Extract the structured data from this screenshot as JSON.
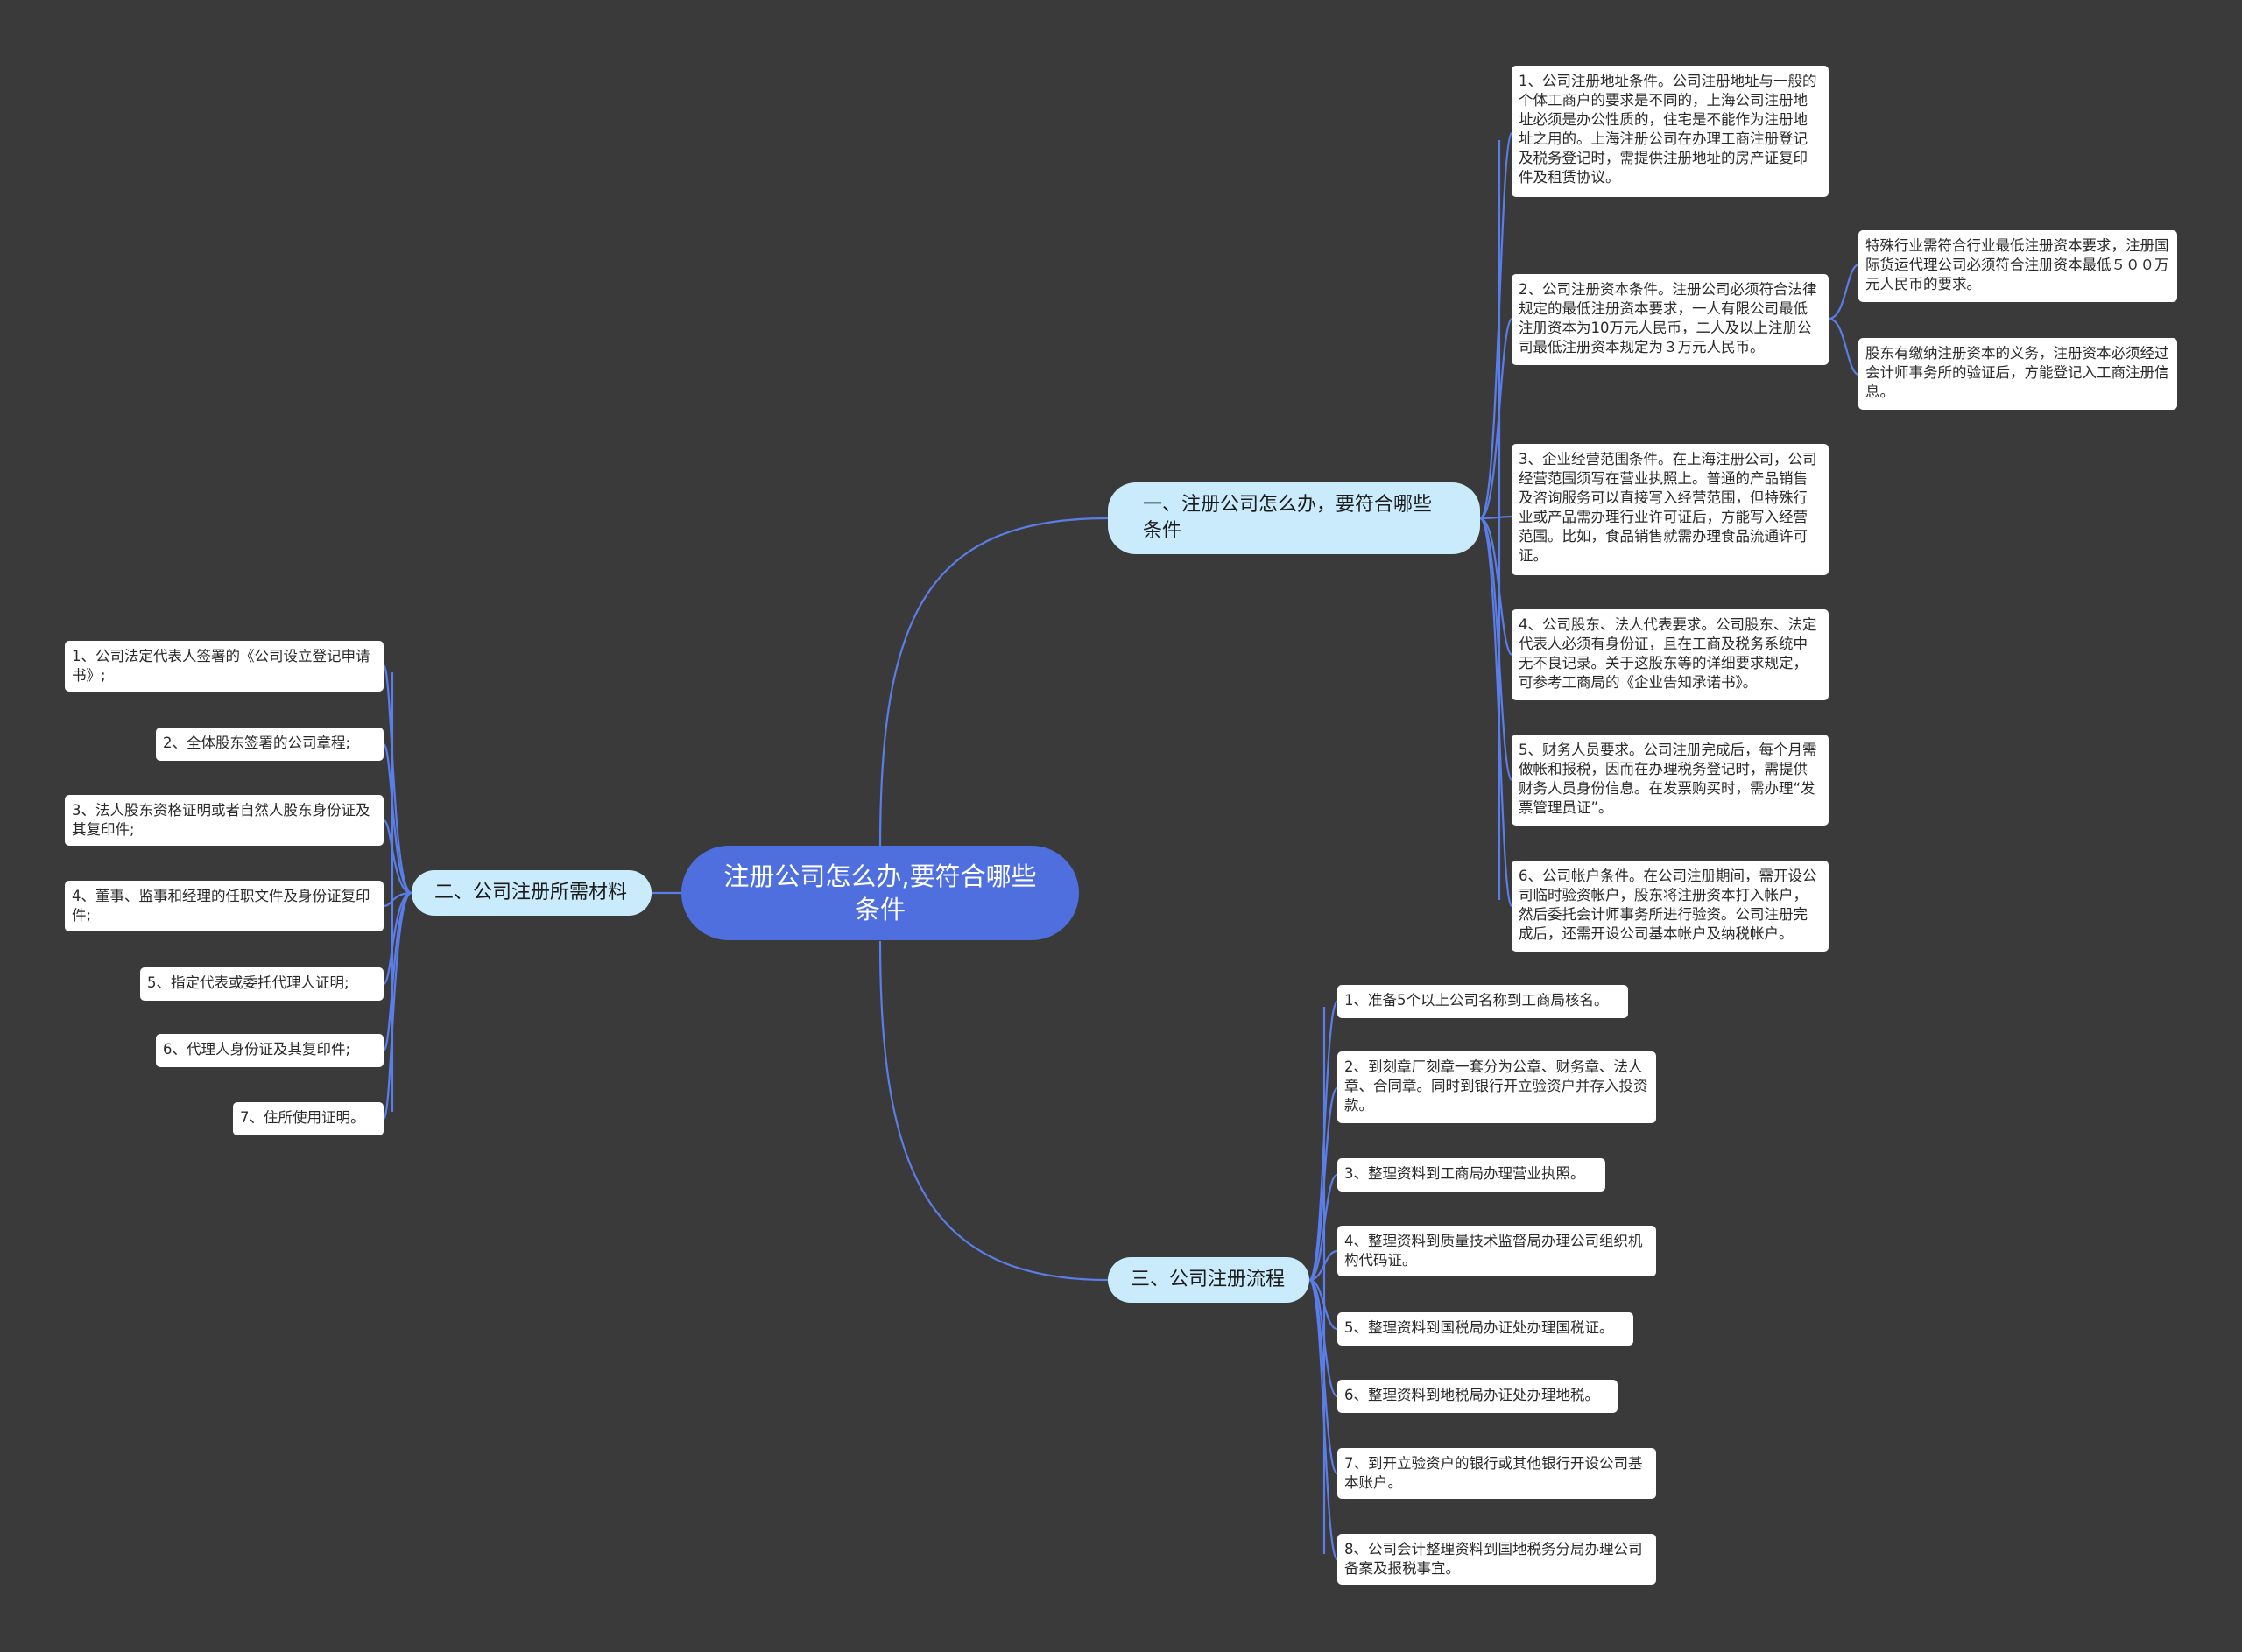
{
  "root": {
    "label": "注册公司怎么办,要符合哪些条件"
  },
  "branches": [
    {
      "label": "一、注册公司怎么办，要符合哪些条件",
      "children": [
        {
          "text": "1、公司注册地址条件。公司注册地址与一般的个体工商户的要求是不同的，上海公司注册地址必须是办公性质的，住宅是不能作为注册地址之用的。上海注册公司在办理工商注册登记及税务登记时，需提供注册地址的房产证复印件及租赁协议。"
        },
        {
          "text": "2、公司注册资本条件。注册公司必须符合法律规定的最低注册资本要求，一人有限公司最低注册资本为10万元人民币，二人及以上注册公司最低注册资本规定为３万元人民币。",
          "children": [
            {
              "text": "特殊行业需符合行业最低注册资本要求，注册国际货运代理公司必须符合注册资本最低５００万元人民币的要求。"
            },
            {
              "text": "股东有缴纳注册资本的义务，注册资本必须经过会计师事务所的验证后，方能登记入工商注册信息。"
            }
          ]
        },
        {
          "text": "3、企业经营范围条件。在上海注册公司，公司经营范围须写在营业执照上。普通的产品销售及咨询服务可以直接写入经营范围，但特殊行业或产品需办理行业许可证后，方能写入经营范围。比如，食品销售就需办理食品流通许可证。"
        },
        {
          "text": "4、公司股东、法人代表要求。公司股东、法定代表人必须有身份证，且在工商及税务系统中无不良记录。关于这股东等的详细要求规定，可参考工商局的《企业告知承诺书》。"
        },
        {
          "text": "5、财务人员要求。公司注册完成后，每个月需做帐和报税，因而在办理税务登记时，需提供财务人员身份信息。在发票购买时，需办理“发票管理员证”。"
        },
        {
          "text": "6、公司帐户条件。在公司注册期间，需开设公司临时验资帐户，股东将注册资本打入帐户，然后委托会计师事务所进行验资。公司注册完成后，还需开设公司基本帐户及纳税帐户。"
        }
      ]
    },
    {
      "label": "二、公司注册所需材料",
      "children": [
        {
          "text": "1、公司法定代表人签署的《公司设立登记申请书》;"
        },
        {
          "text": "2、全体股东签署的公司章程;"
        },
        {
          "text": "3、法人股东资格证明或者自然人股东身份证及其复印件;"
        },
        {
          "text": "4、董事、监事和经理的任职文件及身份证复印件;"
        },
        {
          "text": "5、指定代表或委托代理人证明;"
        },
        {
          "text": "6、代理人身份证及其复印件;"
        },
        {
          "text": "7、住所使用证明。"
        }
      ]
    },
    {
      "label": "三、公司注册流程",
      "children": [
        {
          "text": "1、准备5个以上公司名称到工商局核名。"
        },
        {
          "text": "2、到刻章厂刻章一套分为公章、财务章、法人章、合同章。同时到银行开立验资户并存入投资款。"
        },
        {
          "text": "3、整理资料到工商局办理营业执照。"
        },
        {
          "text": "4、整理资料到质量技术监督局办理公司组织机构代码证。"
        },
        {
          "text": "5、整理资料到国税局办证处办理国税证。"
        },
        {
          "text": "6、整理资料到地税局办证处办理地税。"
        },
        {
          "text": "7、到开立验资户的银行或其他银行开设公司基本账户。"
        },
        {
          "text": "8、公司会计整理资料到国地税务分局办理公司备案及报税事宜。"
        }
      ]
    }
  ],
  "colors": {
    "background": "#3a3a3b",
    "root": "#4f6fde",
    "branch": "#c9ebfb",
    "leaf": "#ffffff",
    "line": "#5a7de8"
  }
}
